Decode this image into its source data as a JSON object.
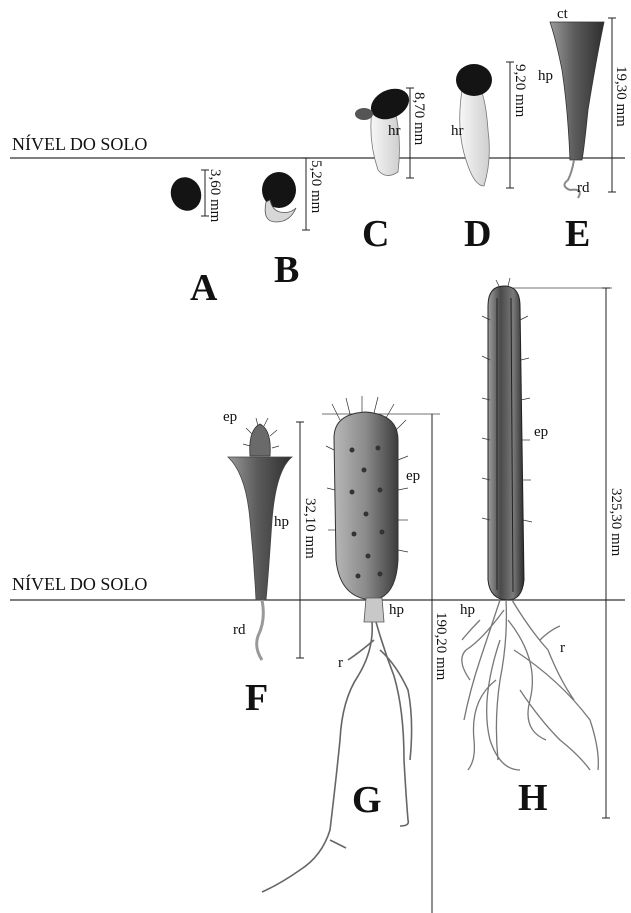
{
  "ground_label": "NÍVEL DO SOLO",
  "stages": [
    {
      "letter": "A",
      "measure": "3,60 mm"
    },
    {
      "letter": "B",
      "measure": "5,20 mm"
    },
    {
      "letter": "C",
      "measure": "8,70 mm"
    },
    {
      "letter": "D",
      "measure": "9,20 mm"
    },
    {
      "letter": "E",
      "measure": "19,30 mm"
    },
    {
      "letter": "F",
      "measure": "32,10 mm"
    },
    {
      "letter": "G",
      "measure": "190,20 mm"
    },
    {
      "letter": "H",
      "measure": "325,30 mm"
    }
  ],
  "parts": {
    "hr": "hr",
    "hp": "hp",
    "ct": "ct",
    "rd": "rd",
    "ep": "ep",
    "r": "r"
  },
  "colors": {
    "ink": "#111111",
    "seed": "#1a1a1a",
    "hypocotyl": "#e8e8e8",
    "cactus_body": "#6f6f6f",
    "root": "#dcdcdc"
  }
}
